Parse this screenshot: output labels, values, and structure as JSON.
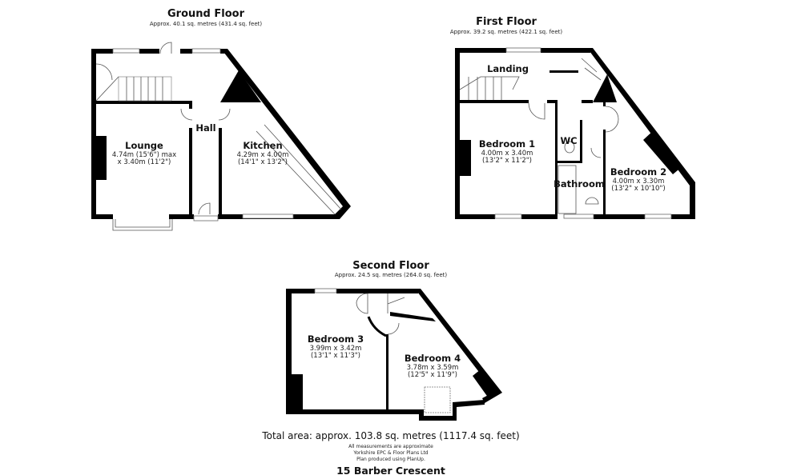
{
  "floors": {
    "ground": {
      "title": "Ground Floor",
      "area": "Approx. 40.1 sq. metres (431.4 sq. feet)",
      "rooms": {
        "hall": {
          "name": "Hall"
        },
        "lounge": {
          "name": "Lounge",
          "dim1": "4.74m (15'6\") max",
          "dim2": "x 3.40m (11'2\")"
        },
        "kitchen": {
          "name": "Kitchen",
          "dim1": "4.29m x 4.00m",
          "dim2": "(14'1\" x 13'2\")"
        }
      }
    },
    "first": {
      "title": "First Floor",
      "area": "Approx. 39.2 sq. metres (422.1 sq. feet)",
      "rooms": {
        "landing": {
          "name": "Landing"
        },
        "bedroom1": {
          "name": "Bedroom 1",
          "dim1": "4.00m x 3.40m",
          "dim2": "(13'2\" x 11'2\")"
        },
        "wc": {
          "name": "WC"
        },
        "bathroom": {
          "name": "Bathroom"
        },
        "bedroom2": {
          "name": "Bedroom 2",
          "dim1": "4.00m x 3.30m",
          "dim2": "(13'2\" x 10'10\")"
        }
      }
    },
    "second": {
      "title": "Second Floor",
      "area": "Approx. 24.5 sq. metres (264.0 sq. feet)",
      "rooms": {
        "bedroom3": {
          "name": "Bedroom 3",
          "dim1": "3.99m x 3.42m",
          "dim2": "(13'1\" x 11'3\")"
        },
        "bedroom4": {
          "name": "Bedroom 4",
          "dim1": "3.78m x 3.59m",
          "dim2": "(12'5\" x 11'9\")"
        }
      }
    }
  },
  "footer": {
    "total": "Total area: approx. 103.8 sq. metres (1117.4 sq. feet)",
    "notes": [
      "All measurements are approximate",
      "Yorkshire EPC & Floor Plans  Ltd",
      "Plan produced using PlanUp."
    ],
    "address": "15 Barber Crescent"
  }
}
